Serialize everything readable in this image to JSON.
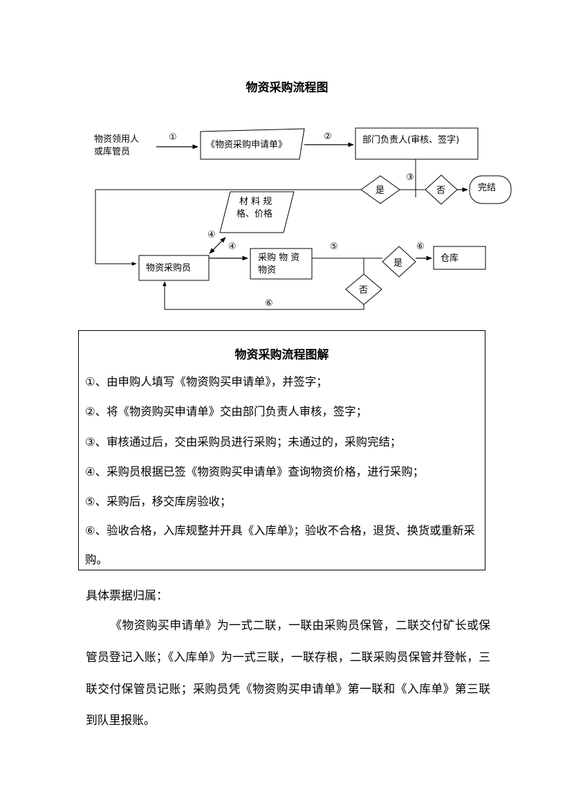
{
  "title": "物资采购流程图",
  "flowchart": {
    "nodes": {
      "requester": [
        "物资领用人",
        "或库管员"
      ],
      "request_form": "《物资采购申请单》",
      "dept_head": "部门负责人(审核、签字)",
      "decision_yes_1": "是",
      "decision_no_1": "否",
      "end": "完结",
      "material_spec": [
        "材 料 规",
        "格、价格"
      ],
      "buyer": "物资采购员",
      "purchase": [
        "采购 物 资",
        "物资"
      ],
      "decision_yes_2": "是",
      "decision_no_2": "否",
      "warehouse": "仓库"
    },
    "edge_labels": {
      "e1": "①",
      "e2": "②",
      "e3": "③",
      "e4a": "④",
      "e4b": "④",
      "e5": "⑤",
      "e6a": "⑥",
      "e6b": "⑥"
    }
  },
  "explanation": {
    "title": "物资采购流程图解",
    "steps": [
      "①、由申购人填写《物资购买申请单》，并签字；",
      "②、将《物资购买申请单》交由部门负责人审核，签字；",
      "③、审核通过后，交由采购员进行采购；未通过的，采购完结；",
      "④、采购员根据已签《物资购买申请单》查询物资价格，进行采购；",
      "⑤、采购后，移交库房验收；",
      "⑥、验收合格，入库规整并开具《入库单》；验收不合格，退货、换货或重新采购。"
    ]
  },
  "receipts": {
    "title": "具体票据归属：",
    "body": "《物资购买申请单》为一式二联，一联由采购员保管，二联交付矿长或保管员登记入账；《入库单》为一式三联，一联存根，二联采购员保管并登帐，三联交付保管员记账；采购员凭《物资购买申请单》第一联和《入库单》第三联到队里报账。"
  }
}
